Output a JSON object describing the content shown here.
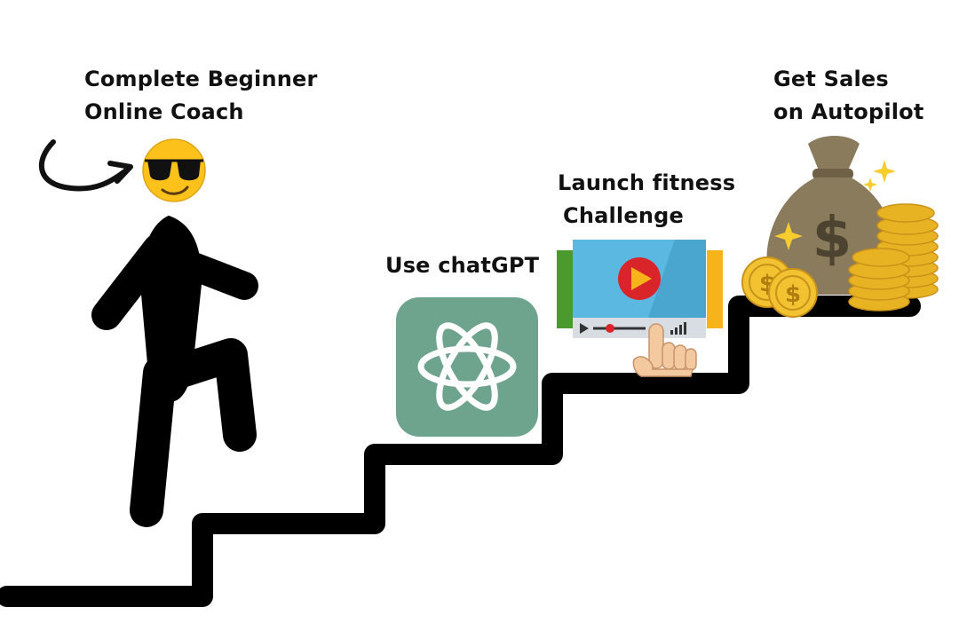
{
  "steps": [
    {
      "id": "beginner",
      "lines": [
        "Complete Beginner",
        "Online Coach"
      ]
    },
    {
      "id": "chatgpt",
      "lines": [
        "Use chatGPT"
      ]
    },
    {
      "id": "launch",
      "lines": [
        "Launch fitness",
        "Challenge"
      ]
    },
    {
      "id": "sales",
      "lines": [
        "Get Sales",
        "on Autopilot"
      ]
    }
  ],
  "icons": {
    "arrow": "curved-arrow-icon",
    "emoji": "sunglasses-emoji-icon",
    "figure": "stick-figure-icon",
    "chatgpt": "chatgpt-logo-icon",
    "video": "video-player-icon",
    "hand": "pointing-hand-icon",
    "money": "money-bag-icon",
    "coins": "gold-coins-icon"
  },
  "colors": {
    "staircase": "#000000",
    "emoji": "#fcc21b",
    "chatgpt_tile": "#6ea48e",
    "video_screen": "#5bb8e0",
    "video_accent": "#f7b41a",
    "play_button": "#d9252a",
    "money_bag": "#8a7b5c",
    "coin": "#f2c230"
  }
}
